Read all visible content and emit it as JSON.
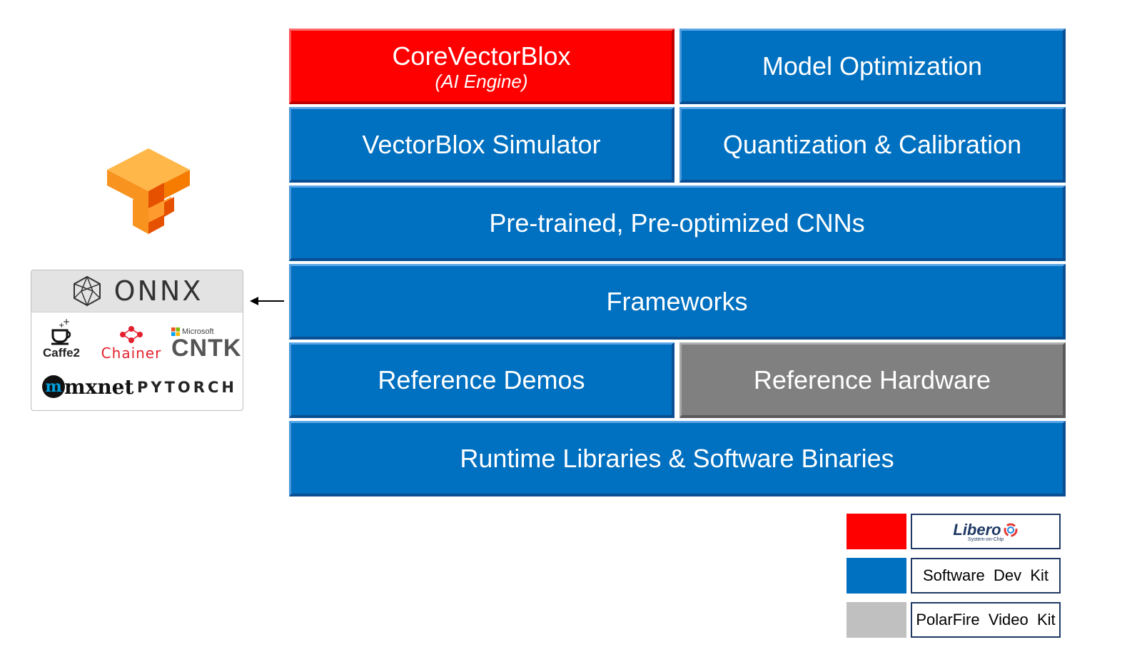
{
  "stack": {
    "core_vectorblox": {
      "label": "CoreVectorBlox",
      "sublabel": "(AI Engine)",
      "color": "#ff0000"
    },
    "model_optimization": {
      "label": "Model Optimization"
    },
    "simulator": {
      "label": "VectorBlox Simulator"
    },
    "quantization": {
      "label": "Quantization & Calibration"
    },
    "pretrained": {
      "label": "Pre-trained, Pre-optimized CNNs"
    },
    "frameworks": {
      "label": "Frameworks"
    },
    "reference_demos": {
      "label": "Reference Demos"
    },
    "reference_hardware": {
      "label": "Reference Hardware",
      "color": "#808080"
    },
    "runtime": {
      "label": "Runtime Libraries & Software Binaries"
    },
    "block_color": "#0070c0"
  },
  "frameworks_panel": {
    "title": "ONNX",
    "logos": {
      "caffe2": "Caffe2",
      "chainer": "Chainer",
      "cntk_vendor": "Microsoft",
      "cntk": "CNTK",
      "mxnet": "mxnet",
      "pytorch": "PYTORCH"
    },
    "tensorflow_icon": "tensorflow-icon"
  },
  "legend": [
    {
      "swatch": "#ff0000",
      "label": "Libero",
      "sublabel": "System-on-Chip"
    },
    {
      "swatch": "#0070c0",
      "label": "Software  Dev  Kit"
    },
    {
      "swatch": "#c0c0c0",
      "label": "PolarFire  Video  Kit"
    }
  ]
}
